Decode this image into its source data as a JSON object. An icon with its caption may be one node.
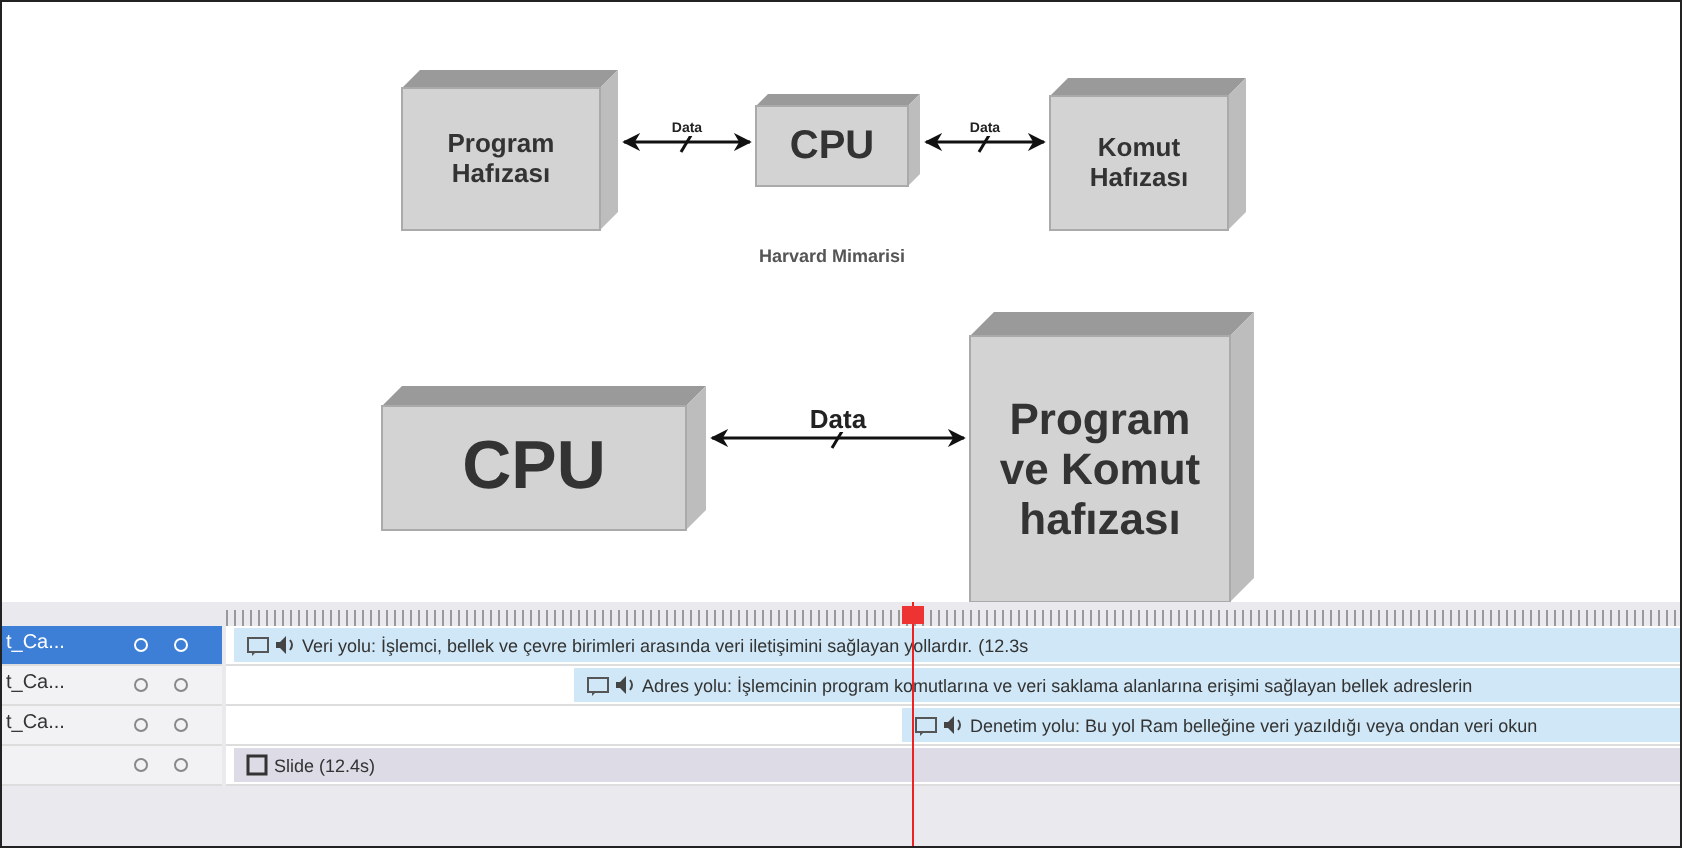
{
  "diagram": {
    "caption": "Harvard Mimarisi",
    "nodes": [
      {
        "text": [
          "Program Hafızası"
        ]
      },
      {
        "text": [
          "CPU"
        ]
      },
      {
        "text": [
          "Komut Hafızası"
        ]
      },
      {
        "text": [
          "CPU"
        ]
      },
      {
        "text": [
          "Program ve Komut hafızası"
        ]
      }
    ],
    "edges": [
      {
        "from": 0,
        "to": 1,
        "arrow": "both",
        "label": "Data"
      },
      {
        "from": 1,
        "to": 2,
        "arrow": "both",
        "label": "Data"
      },
      {
        "from": 3,
        "to": 4,
        "arrow": "both",
        "label": "Data"
      }
    ],
    "labels": [
      "t_Ca...",
      "Veri yolu: İşlemci, bellek ve çevre birimleri arasında veri iletişimini sağlayan yollardır.",
      "(12.3s",
      "t_Ca...",
      "Adres yolu: İşlemcinin program komutlarına ve veri saklama alanlarına erişimi sağlayan bellek adreslerin",
      "t_Ca...",
      "Denetim yolu: Bu yol Ram belleğine veri yazıldığı veya ondan veri okun",
      "Slide (12.4s)"
    ]
  }
}
